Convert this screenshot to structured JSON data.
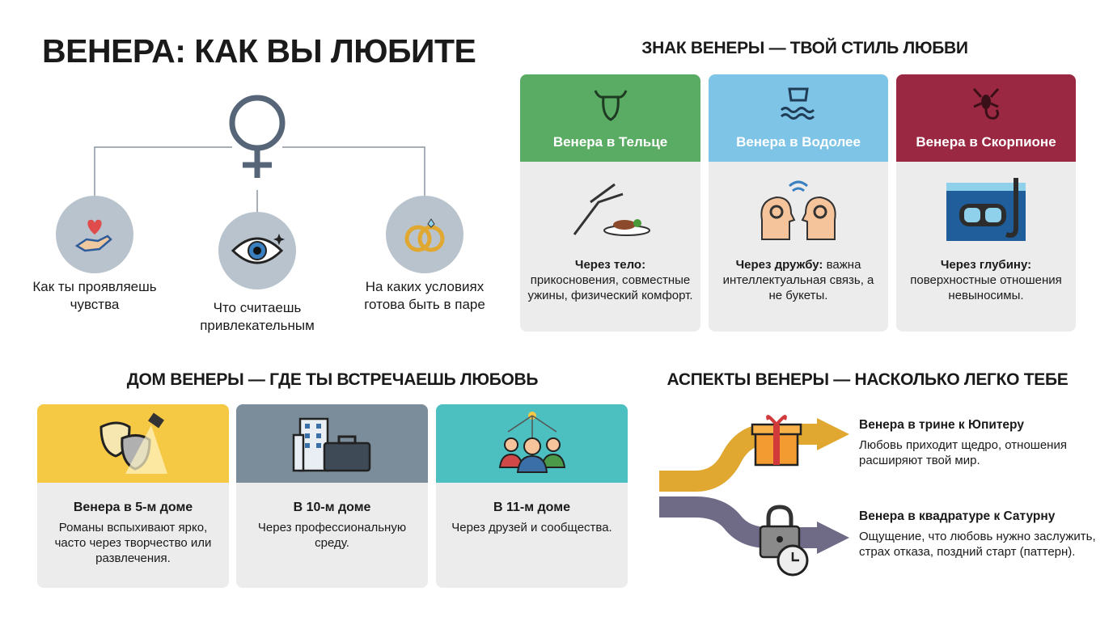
{
  "title": "ВЕНЕРА: КАК ВЫ ЛЮБИТЕ",
  "intro": {
    "items": [
      {
        "label": "Как ты проявляешь чувства",
        "icon": "heart-hand-icon"
      },
      {
        "label": "Что считаешь привлекательным",
        "icon": "eye-icon"
      },
      {
        "label": "На каких условиях готова быть в паре",
        "icon": "rings-icon"
      }
    ]
  },
  "signs": {
    "heading": "ЗНАК ВЕНЕРЫ — ТВОЙ СТИЛЬ ЛЮБВИ",
    "cards": [
      {
        "title": "Венера в Тельце",
        "lead": "Через тело:",
        "text": "прикосновения, совместные ужины, физический комфорт.",
        "color": "#5aab63"
      },
      {
        "title": "Венера в Водолее",
        "lead": "Через дружбу:",
        "text": "важна интеллектуальная связь, а не букеты.",
        "color": "#7ec4e6"
      },
      {
        "title": "Венера в Скорпионе",
        "lead": "Через глубину:",
        "text": "поверхностные отношения невыносимы.",
        "color": "#9b2842"
      }
    ]
  },
  "houses": {
    "heading": "ДОМ ВЕНЕРЫ — ГДЕ ТЫ ВСТРЕЧАЕШЬ ЛЮБОВЬ",
    "cards": [
      {
        "title": "Венера в 5-м доме",
        "text": "Романы вспыхивают ярко, часто через творчество или развлечения.",
        "color": "#f6c944"
      },
      {
        "title": "В 10-м доме",
        "text": "Через профессиональную среду.",
        "color": "#7b8d9b"
      },
      {
        "title": "В 11-м доме",
        "text": "Через друзей и сообщества.",
        "color": "#4cbfc0"
      }
    ]
  },
  "aspects": {
    "heading": "АСПЕКТЫ ВЕНЕРЫ — НАСКОЛЬКО ЛЕГКО ТЕБЕ",
    "items": [
      {
        "title": "Венера в трине к Юпитеру",
        "text": "Любовь приходит щедро, отношения расширяют твой мир.",
        "color": "#e0a830"
      },
      {
        "title": "Венера в квадратуре к Сатурну",
        "text": "Ощущение, что любовь нужно заслужить, страх отказа, поздний старт (паттерн).",
        "color": "#6f6a86"
      }
    ]
  }
}
